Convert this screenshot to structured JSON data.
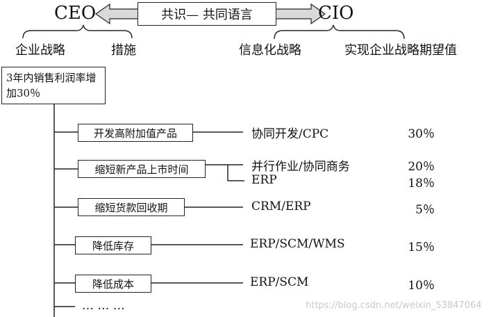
{
  "header": {
    "left_role": "CEO",
    "right_role": "CIO",
    "bridge": "共识— 共同语言",
    "ceo_items": [
      "企业战略",
      "措施"
    ],
    "cio_items": [
      "信息化战略",
      "实现企业战略期望值"
    ]
  },
  "goal": "3年内销售利润率增加30％",
  "measures": [
    {
      "label": "开发高附加值产品",
      "techs": [
        {
          "name": "协同开发/CPC",
          "pct": "30％"
        }
      ]
    },
    {
      "label": "缩短新产品上市时间",
      "techs": [
        {
          "name": "并行作业/协同商务",
          "pct": "20％"
        },
        {
          "name": "ERP",
          "pct": "18％"
        }
      ]
    },
    {
      "label": "缩短货款回收期",
      "techs": [
        {
          "name": "CRM/ERP",
          "pct": "5％"
        }
      ]
    },
    {
      "label": "降低库存",
      "techs": [
        {
          "name": "ERP/SCM/WMS",
          "pct": "15％"
        }
      ]
    },
    {
      "label": "降低成本",
      "techs": [
        {
          "name": "ERP/SCM",
          "pct": "10％"
        }
      ]
    }
  ],
  "ellipsis": "… … …",
  "watermark": "https://blog.csdn.net/weixin_53847064",
  "colors": {
    "line": "#222222",
    "arrow_fill": "#d9d9d9",
    "watermark": "#c8c8c8"
  }
}
